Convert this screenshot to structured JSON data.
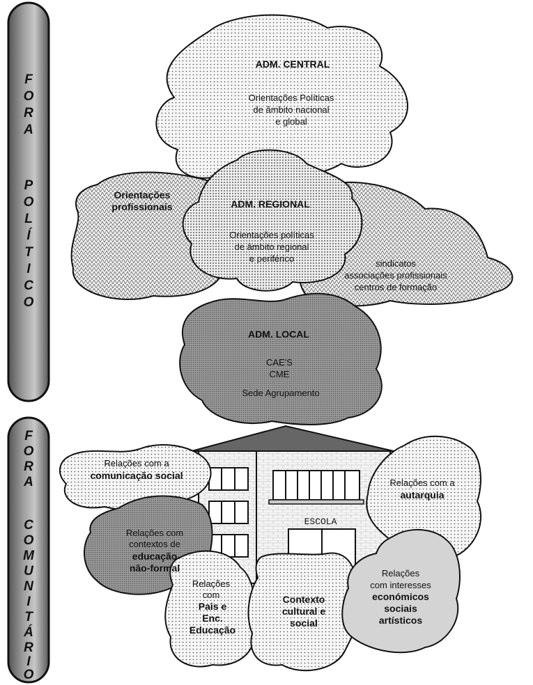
{
  "sidebar": {
    "top_letters": [
      "F",
      "O",
      "R",
      "A",
      "P",
      "O",
      "L",
      "Í",
      "T",
      "I",
      "C",
      "O"
    ],
    "bottom_letters": [
      "F",
      "O",
      "R",
      "A",
      "C",
      "O",
      "M",
      "U",
      "N",
      "I",
      "T",
      "Á",
      "R",
      "I",
      "O"
    ]
  },
  "upper": {
    "central": {
      "title": "ADM. CENTRAL",
      "lines": [
        "Orientações Políticas",
        "de âmbito nacional",
        "e global"
      ]
    },
    "profissionais": {
      "lines": [
        "Orientações",
        "profissionais"
      ]
    },
    "regional": {
      "title": "ADM. REGIONAL",
      "lines": [
        "Orientações políticas",
        "de âmbito regional",
        "e periférico"
      ]
    },
    "sindicatos": {
      "lines": [
        "sindicatos",
        "associações profissionais",
        "centros de formação"
      ]
    },
    "local": {
      "title": "ADM. LOCAL",
      "lines": [
        "CAE'S",
        "CME"
      ],
      "footer": "Sede Agrupamento"
    }
  },
  "lower": {
    "escola": "ESCOLA",
    "comunicacao": {
      "line1": "Relações com a",
      "line2": "comunicação social"
    },
    "autarquia": {
      "line1": "Relações com a",
      "line2": "autarquia"
    },
    "educacao_nao_formal": {
      "lines": [
        "Relações com",
        "contextos de"
      ],
      "bold": [
        "educação",
        "não-formal"
      ]
    },
    "pais": {
      "lines": [
        "Relações",
        "com"
      ],
      "bold": [
        "Pais e",
        "Enc.",
        "Educação"
      ]
    },
    "contexto": {
      "bold": [
        "Contexto",
        "cultural e",
        "social"
      ]
    },
    "interesses": {
      "lines": [
        "Relações",
        "com interesses"
      ],
      "bold": [
        "económicos",
        "sociais",
        "artísticos"
      ]
    }
  },
  "colors": {
    "ink": "#111111",
    "light_fill": "#f2f2f2",
    "mid_fill": "#d4d4d4",
    "dark_fill": "#a9a9a9",
    "bar_fill": "#5a5a5a"
  }
}
